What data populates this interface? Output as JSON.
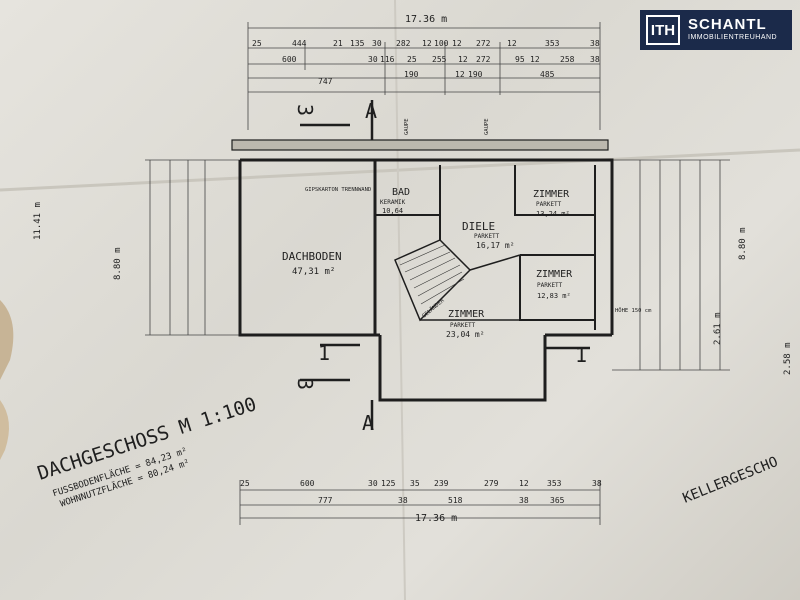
{
  "logo": {
    "mark": "ITH",
    "name": "SCHANTL",
    "subtitle": "IMMOBILIENTREUHAND"
  },
  "plan": {
    "title": "DACHGESCHOSS M 1:100",
    "area_floor": "FUSSBODENFLÄCHE = 84,23 m²",
    "area_living": "WOHNNUTZFLÄCHE = 80,24 m²",
    "next_sheet": "KELLERGESCHO",
    "total_width_top": "17.36 m",
    "total_width_bottom": "17.36 m",
    "height_left_1": "8.80 m",
    "height_left_2": "11.41 m",
    "height_right_1": "8.80 m",
    "height_right_2": "2.58 m",
    "height_right_3": "2.61 m",
    "section_markers": [
      "A",
      "A",
      "1",
      "1",
      "3",
      "3"
    ],
    "rooms": [
      {
        "name": "DACHBODEN",
        "area": "47,31 m²"
      },
      {
        "name": "BAD",
        "floor": "KERAMIK",
        "area": "10,64"
      },
      {
        "name": "DIELE",
        "floor": "PARKETT",
        "area": "16,17 m²"
      },
      {
        "name": "ZIMMER",
        "floor": "PARKETT",
        "area": "13,24 m²"
      },
      {
        "name": "ZIMMER",
        "floor": "PARKETT",
        "area": "12,83 m²"
      },
      {
        "name": "ZIMMER",
        "floor": "PARKETT",
        "area": "23,04 m²"
      }
    ],
    "notes": [
      "GIPSKARTON TRENNWAND",
      "GAUPE",
      "GAUPE",
      "HÖHE 150 cm",
      "GELÄNDER"
    ],
    "dims_top_row1": [
      "25",
      "444",
      "21",
      "135",
      "30",
      "282",
      "12",
      "100",
      "12",
      "272",
      "12",
      "353",
      "38"
    ],
    "dims_top_row2": [
      "600",
      "30",
      "116",
      "25",
      "255",
      "12",
      "272",
      "95",
      "12",
      "258",
      "38"
    ],
    "dims_top_row3": [
      "747",
      "190",
      "12",
      "190",
      "485"
    ],
    "dims_bottom_row1": [
      "25",
      "600",
      "30",
      "125",
      "35",
      "239",
      "279",
      "12",
      "353",
      "38"
    ],
    "dims_bottom_row2": [
      "777",
      "38",
      "518",
      "38",
      "365"
    ]
  }
}
